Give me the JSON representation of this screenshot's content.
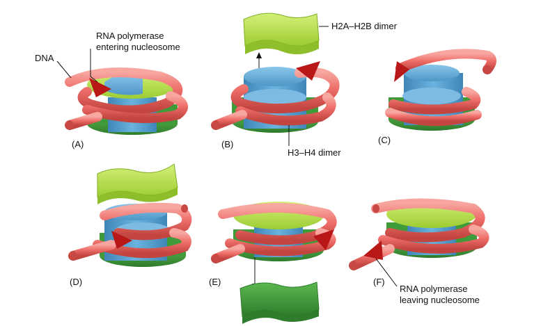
{
  "labels": {
    "dna": "DNA",
    "rna_pol_enter_1": "RNA polymerase",
    "rna_pol_enter_2": "entering nucleosome",
    "h2a_h2b": "H2A–H2B dimer",
    "h3_h4": "H3–H4 dimer",
    "rna_pol_leave_1": "RNA polymerase",
    "rna_pol_leave_2": "leaving nucleosome"
  },
  "panels": [
    "(A)",
    "(B)",
    "(C)",
    "(D)",
    "(E)",
    "(F)"
  ],
  "colors": {
    "dna": "#ef6f6a",
    "dna_dark": "#c84844",
    "h3h4": "#5fa8d8",
    "h2ah2b_light": "#b6e04a",
    "h2ah2b_dark": "#3f9a3a",
    "polymerase": "#b81818"
  }
}
